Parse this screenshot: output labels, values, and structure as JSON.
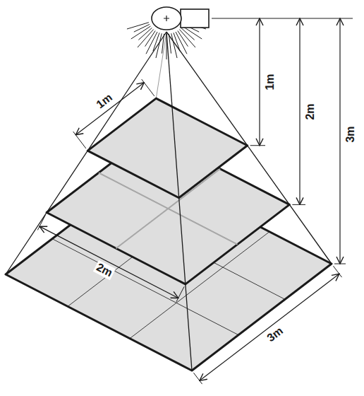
{
  "diagram": {
    "labels": [
      "1m",
      "2m",
      "3m",
      "1m",
      "2m",
      "3m"
    ]
  }
}
